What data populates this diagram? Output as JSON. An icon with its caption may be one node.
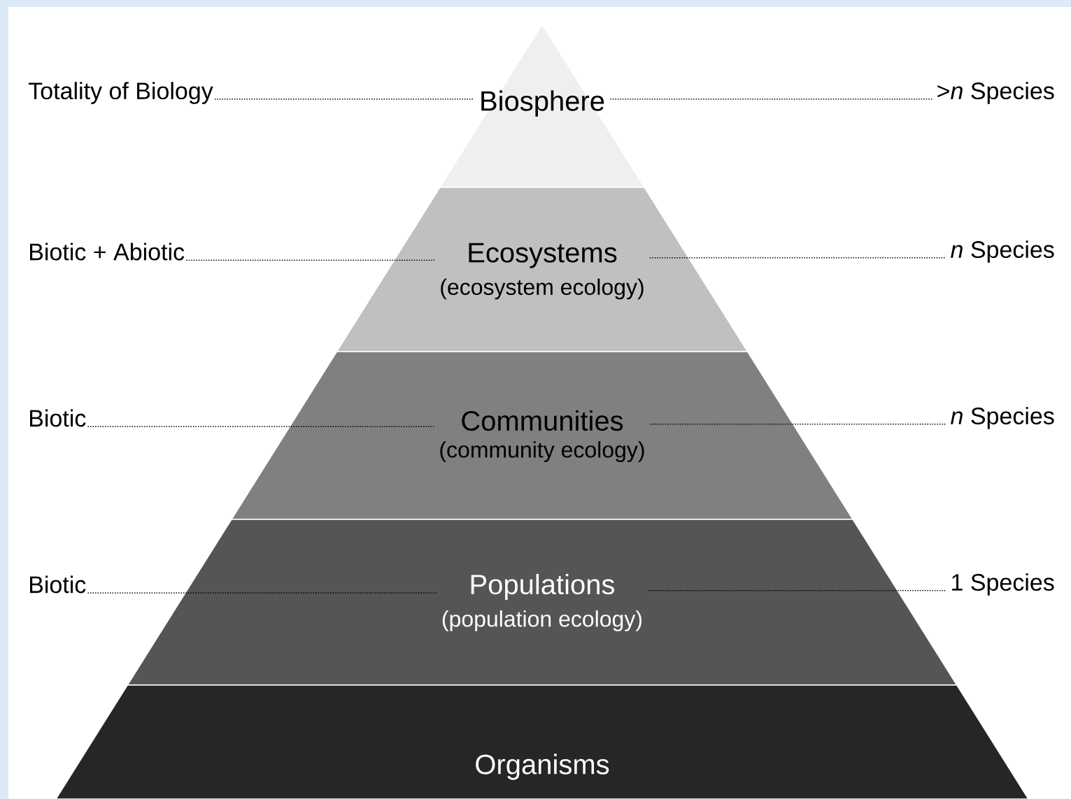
{
  "diagram": {
    "nodes": [
      {
        "text": [
          "Biosphere"
        ]
      },
      {
        "text": [
          "Ecosystems",
          "(ecosystem ecology)"
        ]
      },
      {
        "text": [
          "Communities",
          "(community ecology)"
        ]
      },
      {
        "text": [
          "Populations",
          "(population ecology)"
        ]
      },
      {
        "text": [
          "Organisms"
        ]
      },
      {
        "text": [
          "Totality of Biology"
        ]
      },
      {
        "text": [
          "Biotic + Abiotic"
        ]
      },
      {
        "text": [
          "Biotic"
        ]
      },
      {
        "text": [
          "Biotic"
        ]
      },
      {
        "text": [
          ">*n* Species"
        ]
      },
      {
        "text": [
          "*n* Species"
        ]
      },
      {
        "text": [
          "*n* Species"
        ]
      },
      {
        "text": [
          "1 Species"
        ]
      }
    ],
    "edges": [
      {
        "from": 5,
        "to": 0,
        "arrow": "none",
        "style": "dashed"
      },
      {
        "from": 0,
        "to": 9,
        "arrow": "none",
        "style": "dashed"
      },
      {
        "from": 6,
        "to": 1,
        "arrow": "none",
        "style": "dashed"
      },
      {
        "from": 1,
        "to": 10,
        "arrow": "none",
        "style": "dashed"
      },
      {
        "from": 7,
        "to": 2,
        "arrow": "none",
        "style": "dashed"
      },
      {
        "from": 2,
        "to": 11,
        "arrow": "none",
        "style": "dashed"
      },
      {
        "from": 8,
        "to": 3,
        "arrow": "none",
        "style": "dashed"
      },
      {
        "from": 3,
        "to": 12,
        "arrow": "none",
        "style": "dashed"
      }
    ]
  }
}
